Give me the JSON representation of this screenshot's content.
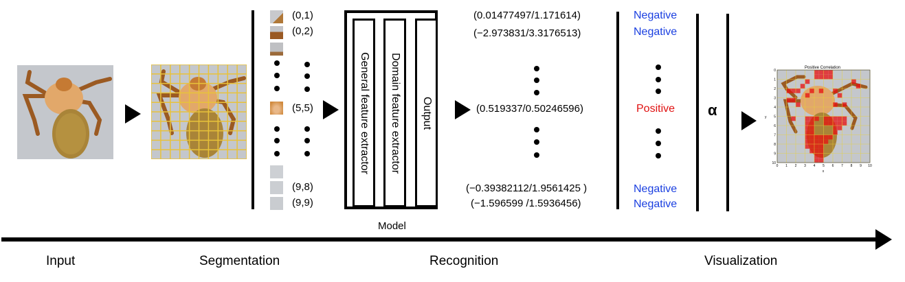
{
  "stages": {
    "input": "Input",
    "segmentation": "Segmentation",
    "recognition": "Recognition",
    "visualization": "Visualization"
  },
  "input_image": {
    "name": "spider-specimen-photo",
    "grid_rows": 10,
    "grid_cols": 10,
    "grid_color": "#e8c23a"
  },
  "segments": {
    "patches": [
      {
        "label": "(0,1)",
        "tone": "edge"
      },
      {
        "label": "(0,2)",
        "tone": "leg"
      },
      {
        "label": "",
        "tone": "edge"
      },
      {
        "label": "(5,5)",
        "tone": "body"
      },
      {
        "label": "",
        "tone": "bg"
      },
      {
        "label": "(9,8)",
        "tone": "bg"
      },
      {
        "label": "(9,9)",
        "tone": "bg"
      }
    ]
  },
  "model": {
    "label": "Model",
    "components": [
      "General feature extractor",
      "Domain feature extractor",
      "Output"
    ]
  },
  "outputs": {
    "top": [
      "(0.01477497/1.171614)",
      "(−2.973831/3.3176513)"
    ],
    "middle": "(0.519337/0.50246596)",
    "bottom": [
      "(−0.39382112/1.9561425 )",
      "(−1.596599 /1.5936456)"
    ]
  },
  "predictions": {
    "top": [
      "Negative",
      "Negative"
    ],
    "middle": "Positive",
    "bottom": [
      "Negative",
      "Negative"
    ],
    "colors": {
      "negative": "#1a3fe0",
      "positive": "#e01010"
    }
  },
  "alpha_symbol": "α",
  "visualization": {
    "title": "Positive Correlation",
    "x_label": "x",
    "y_label": "y",
    "x_ticks": [
      "0",
      "1",
      "2",
      "3",
      "4",
      "5",
      "6",
      "7",
      "8",
      "9",
      "10"
    ],
    "y_ticks": [
      "0",
      "1",
      "2",
      "3",
      "4",
      "5",
      "6",
      "7",
      "8",
      "9",
      "10"
    ],
    "highlight_color": "#e81010"
  }
}
